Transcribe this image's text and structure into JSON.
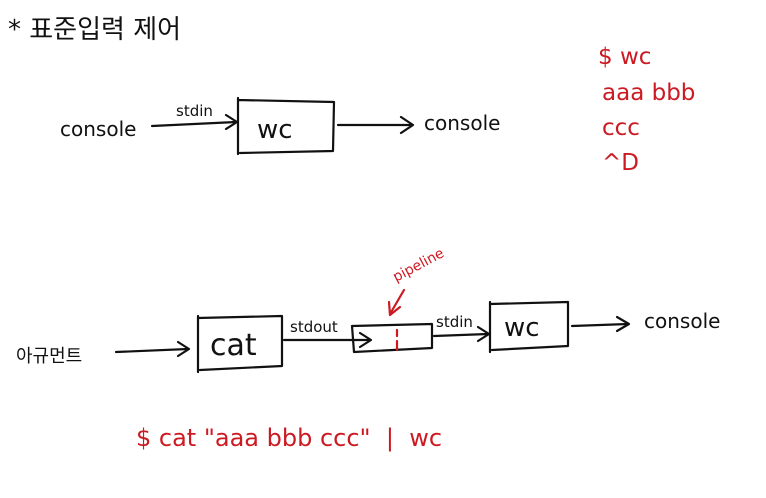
{
  "title": "* 표준입력 제어",
  "top_flow": {
    "source": "console",
    "edge_label": "stdin",
    "box": "wc",
    "target": "console"
  },
  "bottom_flow": {
    "source": "아규먼트",
    "box1": "cat",
    "edge1_label": "stdout",
    "pipe_label": "pipeline",
    "edge2_label": "stdin",
    "box2": "wc",
    "target": "console"
  },
  "terminal_example": {
    "lines": [
      "$ wc",
      "aaa  bbb",
      "ccc",
      "^D"
    ]
  },
  "command": "$ cat \"aaa bbb ccc\"  |  wc",
  "colors": {
    "ink": "#111111",
    "accent": "#cc1a22"
  }
}
